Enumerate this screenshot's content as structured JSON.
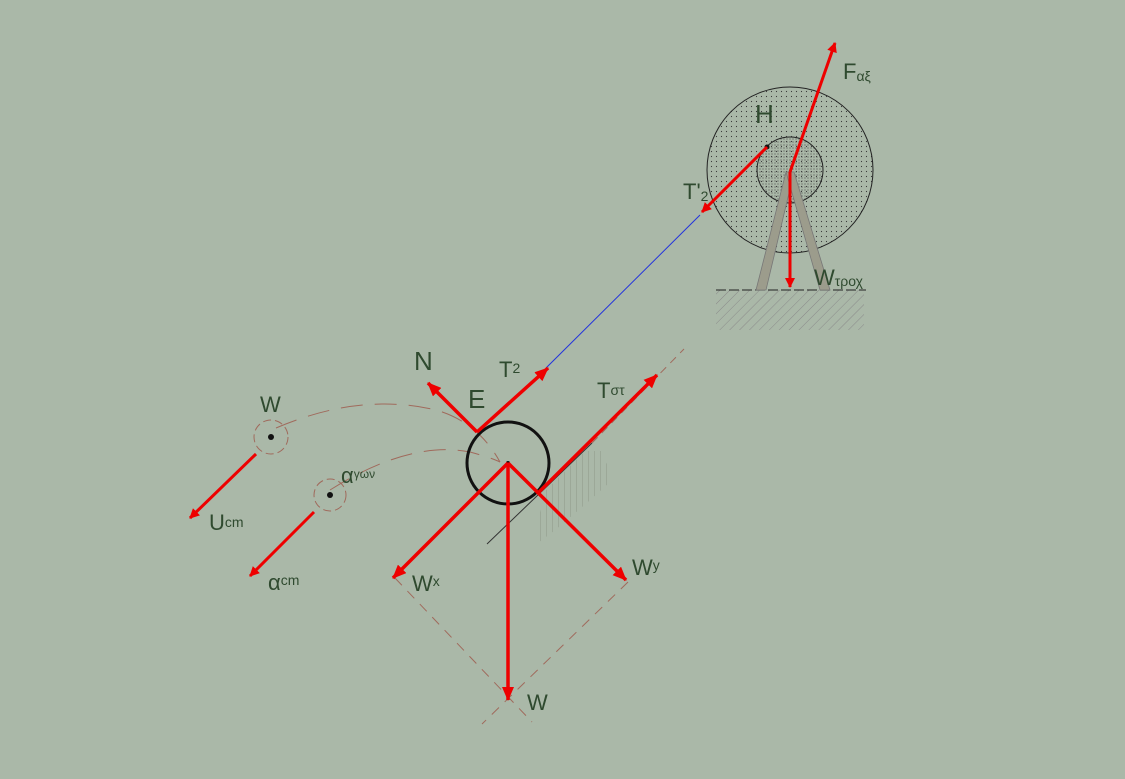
{
  "labels": {
    "F": "F",
    "F_sub": "αξ",
    "H": "H",
    "T2prime": "T'",
    "T2prime_sub": "2",
    "W_troch": "W",
    "W_troch_sub": "τροχ",
    "N": "N",
    "E": "E",
    "T2": "T",
    "T2_sub": "2",
    "Tst": "T",
    "Tst_sub": "στ",
    "W_top": "W",
    "U_cm": "U",
    "U_cm_sub": "cm",
    "alpha_gon": "α",
    "alpha_gon_sub": "γων",
    "alpha_cm": "α",
    "alpha_cm_sub": "cm",
    "Wx": "W",
    "Wx_sub": "x",
    "Wy": "W",
    "Wy_sub": "y",
    "W_bottom": "W"
  },
  "colors": {
    "background": "#aab8a8",
    "force": "#ee0000",
    "rope": "#2233dd",
    "outline": "#111111",
    "guide": "#a06a5c",
    "label": "#2f4a2f",
    "leg": "#9c9c8c"
  }
}
